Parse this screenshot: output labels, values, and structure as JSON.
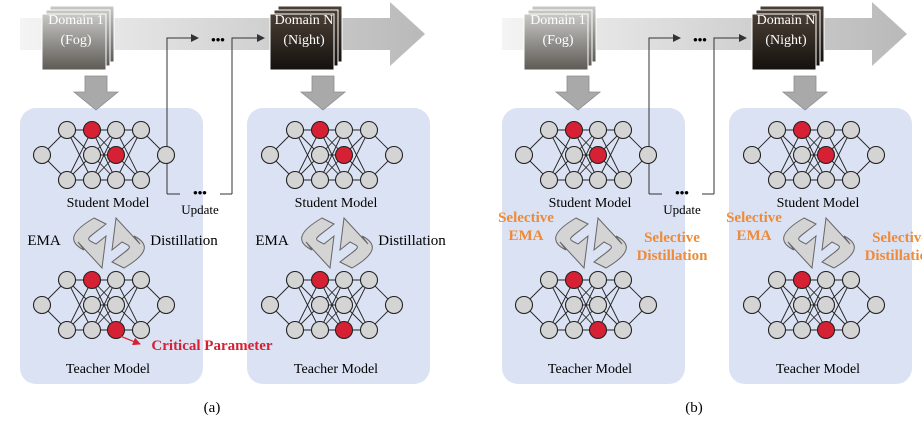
{
  "panels": [
    {
      "caption": "(a)",
      "domain1": {
        "line1": "Domain 1",
        "line2": "(Fog)"
      },
      "domainN": {
        "line1": "Domain N",
        "line2": "(Night)"
      },
      "ellipsis_top": "•••",
      "ellipsis_mid": "•••",
      "update": "Update",
      "models": [
        {
          "student": "Student Model",
          "teacher": "Teacher Model",
          "ema": [
            "EMA"
          ],
          "distill": [
            "Distillation"
          ]
        },
        {
          "student": "Student Model",
          "teacher": "Teacher Model",
          "ema": [
            "EMA"
          ],
          "distill": [
            "Distillation"
          ]
        }
      ],
      "critical": "Critical Parameter"
    },
    {
      "caption": "(b)",
      "domain1": {
        "line1": "Domain 1",
        "line2": "(Fog)"
      },
      "domainN": {
        "line1": "Domain N",
        "line2": "(Night)"
      },
      "ellipsis_top": "•••",
      "ellipsis_mid": "•••",
      "update": "Update",
      "models": [
        {
          "student": "Student Model",
          "teacher": "Teacher Model",
          "ema": [
            "Selective",
            "EMA"
          ],
          "distill": [
            "Selective",
            "Distillation"
          ]
        },
        {
          "student": "Student Model",
          "teacher": "Teacher Model",
          "ema": [
            "Selective",
            "EMA"
          ],
          "distill": [
            "Selective",
            "Distillation"
          ]
        }
      ]
    }
  ],
  "colors": {
    "box": "#dbe2f3",
    "node": "#d4d4d4",
    "critical": "#d62033",
    "selective": "#ee8a38",
    "arrow": "#a9a9a9"
  }
}
